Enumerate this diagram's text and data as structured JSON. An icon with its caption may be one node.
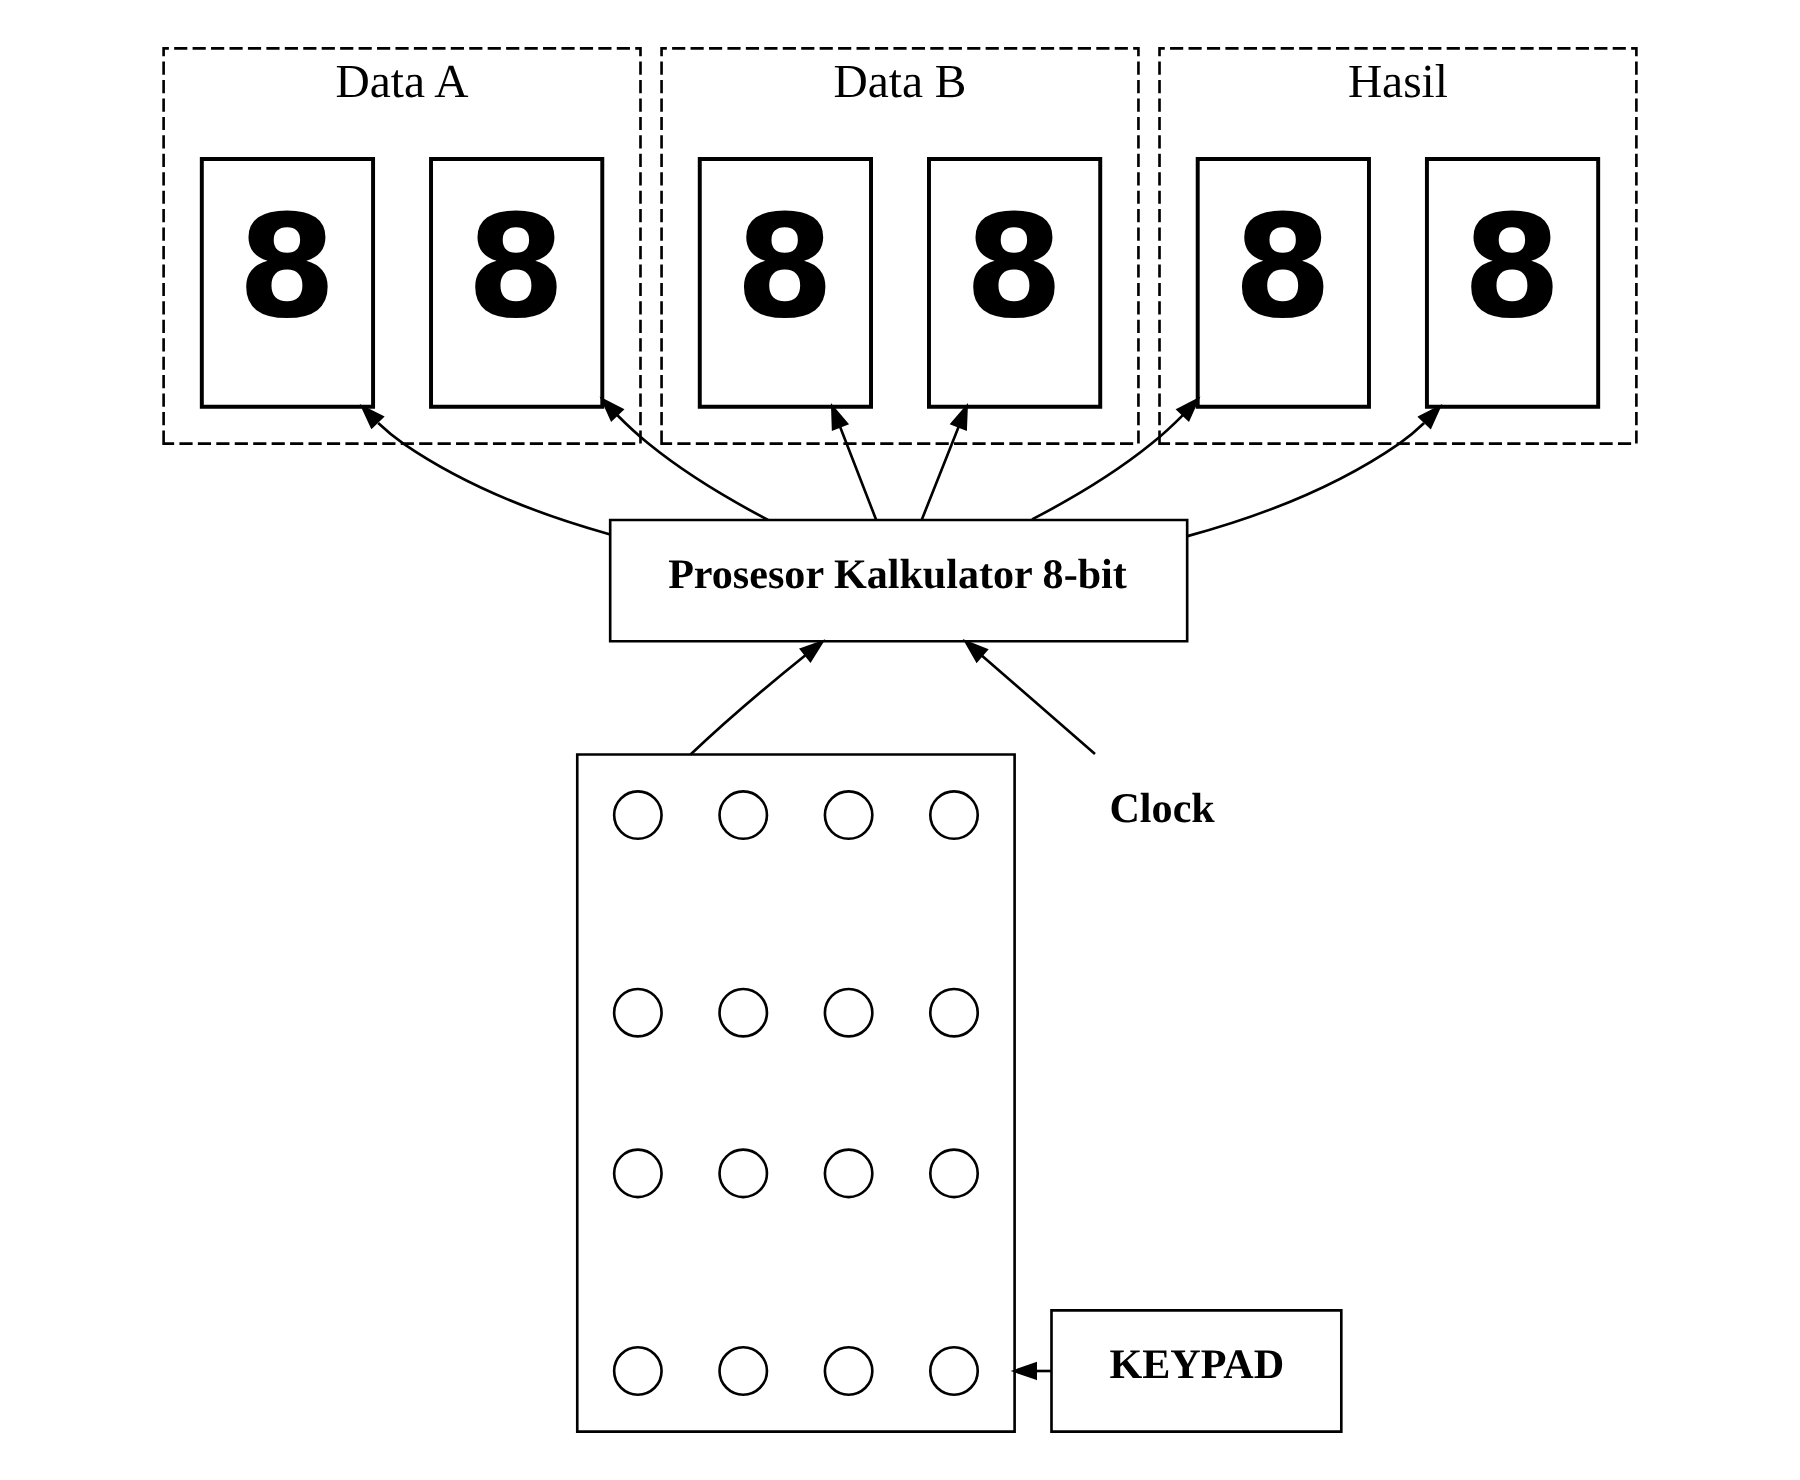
{
  "diagram": {
    "nodes": [
      {
        "text": [
          "Data A"
        ]
      },
      {
        "text": [
          "8"
        ],
        "in": 0
      },
      {
        "text": [
          "8"
        ],
        "in": 0
      },
      {
        "text": [
          "Data B"
        ]
      },
      {
        "text": [
          "8"
        ],
        "in": 3
      },
      {
        "text": [
          "8"
        ],
        "in": 3
      },
      {
        "text": [
          "Hasil"
        ]
      },
      {
        "text": [
          "8"
        ],
        "in": 6
      },
      {
        "text": [
          "8"
        ],
        "in": 6
      },
      {
        "text": [
          "Prosesor Kalkulator 8-bit"
        ]
      },
      {
        "text": [],
        "shape": "box"
      },
      {
        "text": [],
        "shape": "circle",
        "in": 10
      },
      {
        "text": [],
        "shape": "circle",
        "in": 10
      },
      {
        "text": [],
        "shape": "circle",
        "in": 10
      },
      {
        "text": [],
        "shape": "circle",
        "in": 10
      },
      {
        "text": [],
        "shape": "circle",
        "in": 10
      },
      {
        "text": [],
        "shape": "circle",
        "in": 10
      },
      {
        "text": [],
        "shape": "circle",
        "in": 10
      },
      {
        "text": [],
        "shape": "circle",
        "in": 10
      },
      {
        "text": [],
        "shape": "circle",
        "in": 10
      },
      {
        "text": [],
        "shape": "circle",
        "in": 10
      },
      {
        "text": [],
        "shape": "circle",
        "in": 10
      },
      {
        "text": [],
        "shape": "circle",
        "in": 10
      },
      {
        "text": [],
        "shape": "circle",
        "in": 10
      },
      {
        "text": [],
        "shape": "circle",
        "in": 10
      },
      {
        "text": [],
        "shape": "circle",
        "in": 10
      },
      {
        "text": [],
        "shape": "circle",
        "in": 10
      },
      {
        "text": [
          "KEYPAD"
        ]
      },
      {
        "text": [
          "Clock"
        ]
      }
    ],
    "edges": [
      {
        "from": 9,
        "to": 1,
        "arrow": "to"
      },
      {
        "from": 9,
        "to": 2,
        "arrow": "to"
      },
      {
        "from": 9,
        "to": 4,
        "arrow": "to"
      },
      {
        "from": 9,
        "to": 5,
        "arrow": "to"
      },
      {
        "from": 9,
        "to": 7,
        "arrow": "to"
      },
      {
        "from": 9,
        "to": 8,
        "arrow": "to"
      },
      {
        "from": 10,
        "to": 9,
        "arrow": "to"
      },
      {
        "from": 28,
        "to": 9,
        "arrow": "to"
      },
      {
        "from": 27,
        "to": 10,
        "arrow": "to"
      }
    ]
  }
}
